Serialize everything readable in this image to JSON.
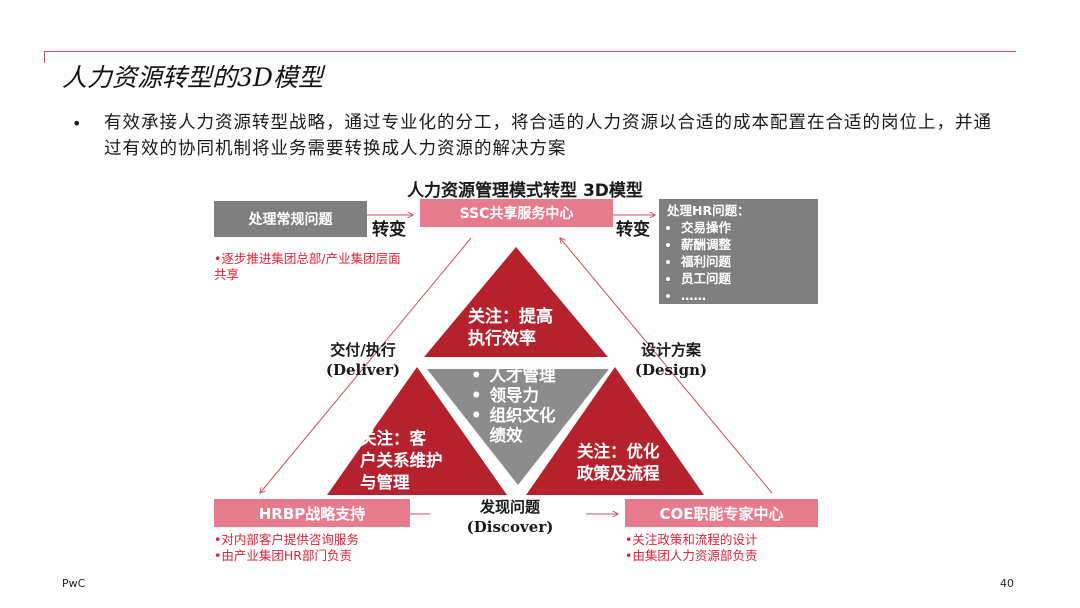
{
  "title": "人力资源转型的3D模型",
  "bullet": "有效承接人力资源转型战略，通过专业化的分工，将合适的人力资源以合适的成本配置在合适的岗位上，并通过有效的协同机制将业务需要转换成人力资源的解决方案",
  "diagram": {
    "title": "人力资源管理模式转型 3D模型",
    "routine_box": "处理常规问题",
    "ssc_box": "SSC共享服务中心",
    "transform_left": "转变",
    "transform_right": "转变",
    "hr_issues": {
      "heading": "处理HR问题：",
      "items": [
        "交易操作",
        "薪酬调整",
        "福利问题",
        "员工问题",
        "……"
      ]
    },
    "ssc_note": "•逐步推进集团总部/产业集团层面共享",
    "deliver": {
      "cn": "交付/执行",
      "en": "(Deliver)"
    },
    "design": {
      "cn": "设计方案",
      "en": "(Design)"
    },
    "discover": {
      "cn": "发现问题",
      "en": "(Discover)"
    },
    "top_triangle": {
      "line1": "关注：提高",
      "line2": "执行效率"
    },
    "left_triangle": {
      "line1": "关注：客",
      "line2": "户关系维护",
      "line3": "与管理"
    },
    "right_triangle": {
      "line1": "关注：优化",
      "line2": "政策及流程"
    },
    "center_items": [
      "人才管理",
      "领导力",
      "组织文化",
      "绩效"
    ],
    "hrbp_box": "HRBP战略支持",
    "hrbp_notes": [
      "•对内部客户提供咨询服务",
      "•由产业集团HR部门负责"
    ],
    "coe_box": "COE职能专家中心",
    "coe_notes": [
      "•关注政策和流程的设计",
      "•由集团人力资源部负责"
    ]
  },
  "footer": {
    "left": "PwC",
    "right": "40"
  },
  "colors": {
    "accent_red": "#b5222d",
    "pink": "#e67c8e",
    "grey": "#7f7f7f",
    "note_red": "#e0243a"
  }
}
